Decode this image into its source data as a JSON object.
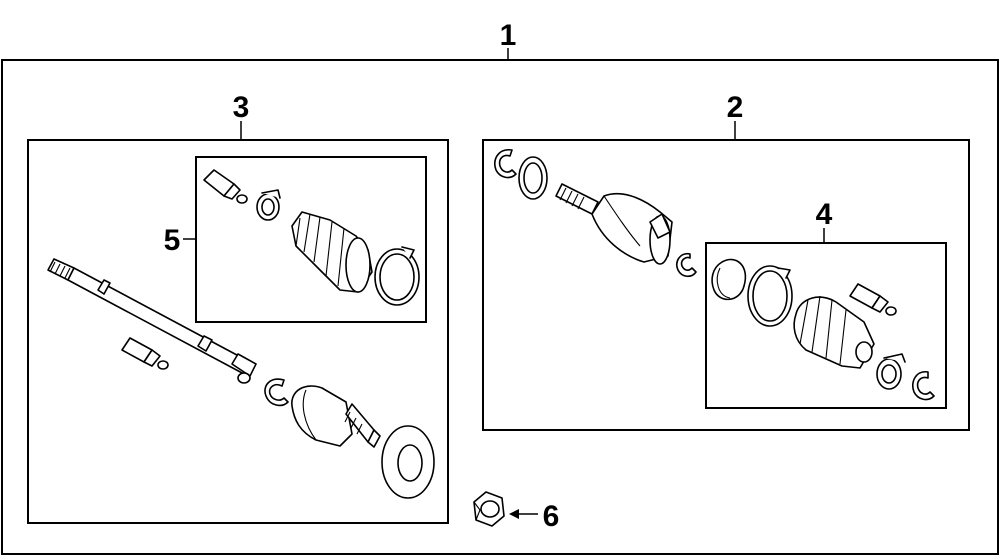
{
  "callouts": {
    "assembly": "1",
    "inner_joint": "2",
    "outer_joint": "3",
    "inner_boot_kit": "4",
    "outer_boot_kit": "5",
    "hub_nut": "6"
  }
}
